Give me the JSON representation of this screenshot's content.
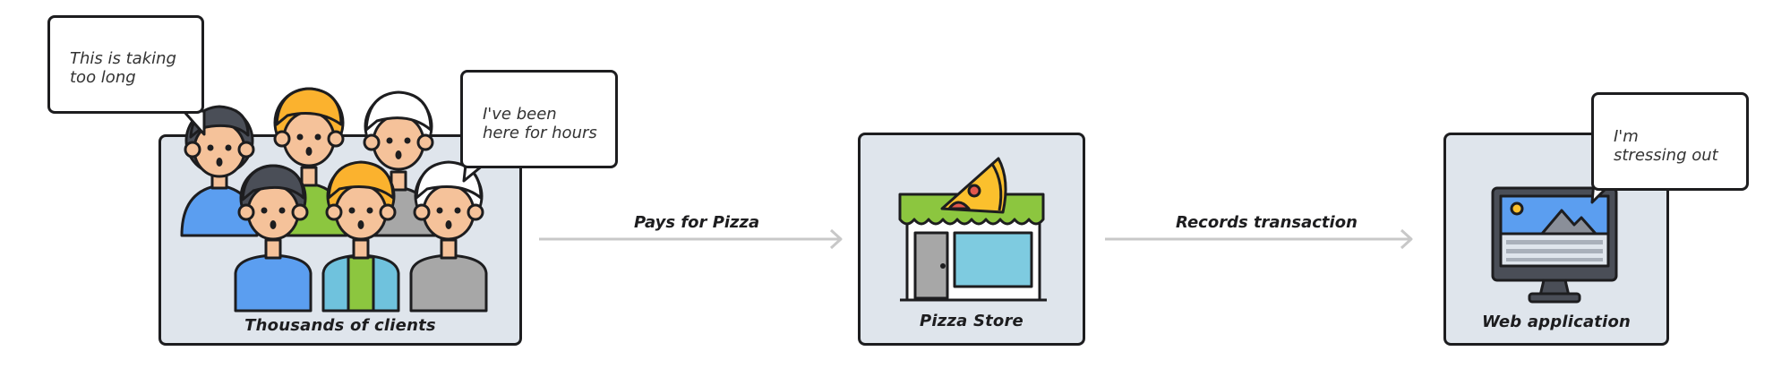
{
  "nodes": {
    "clients": {
      "caption": "Thousands of clients"
    },
    "store": {
      "caption": "Pizza Store"
    },
    "webapp": {
      "caption": "Web application"
    }
  },
  "bubbles": {
    "clients_left": {
      "line1": "This is taking",
      "line2": "too long"
    },
    "clients_right": {
      "line1": "I've been",
      "line2": "here for hours"
    },
    "webapp": {
      "line1": "I'm",
      "line2": "stressing out"
    }
  },
  "edges": {
    "pays": {
      "label": "Pays for Pizza"
    },
    "records": {
      "label": "Records transaction"
    }
  },
  "colors": {
    "panel_fill": "#dfe5ec",
    "outline": "#1d1d1f",
    "skin": "#f5c29a",
    "hair_dark": "#4a4e57",
    "hair_yellow": "#fbb22e",
    "hair_white": "#ffffff",
    "shirt_blue": "#5b9ef0",
    "shirt_green": "#8cc63f",
    "shirt_gray": "#a7a7a7",
    "shirt_cyan": "#6fc2dd",
    "awning_green": "#8cc63f",
    "window_cyan": "#7ecbe0",
    "pizza_yellow": "#fbc02d",
    "pepperoni_red": "#e2574c",
    "arrow_gray": "#c8c8c8"
  }
}
